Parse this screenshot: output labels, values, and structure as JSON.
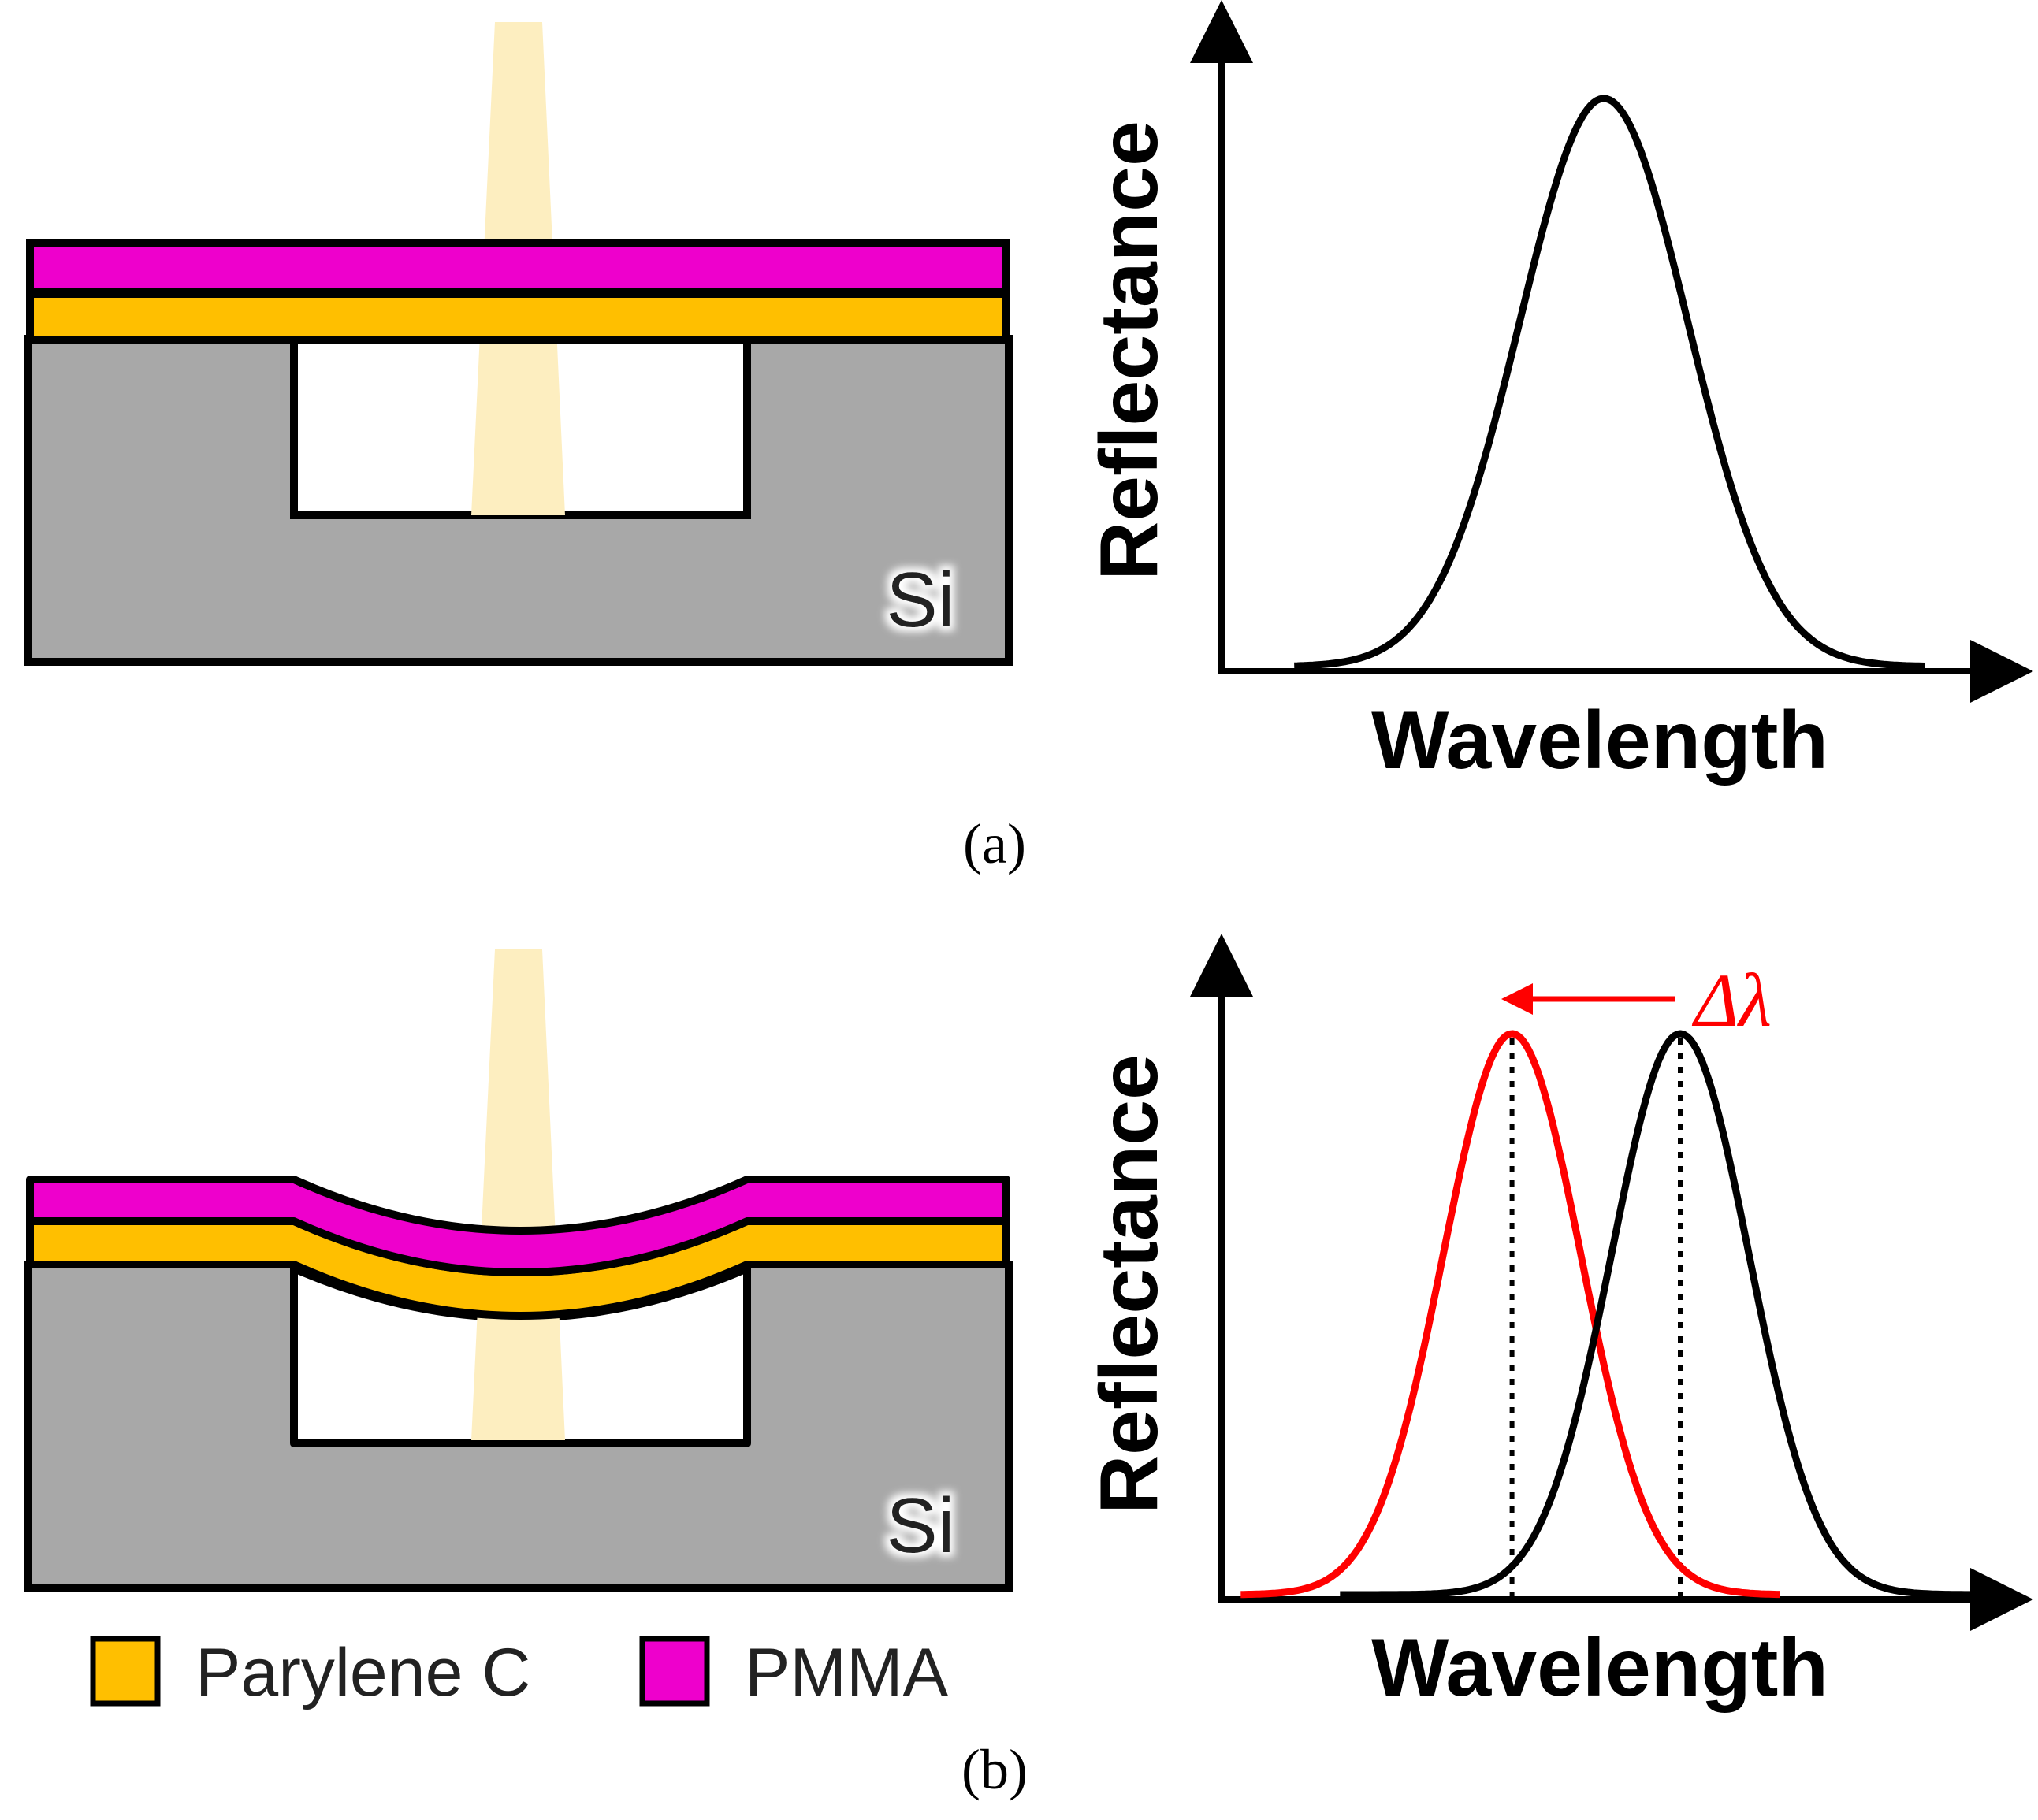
{
  "panel_a": {
    "caption": "(a)",
    "substrate_label": "Si",
    "chart": {
      "xlabel": "Wavelength",
      "ylabel": "Reflectance"
    }
  },
  "panel_b": {
    "caption": "(b)",
    "substrate_label": "Si",
    "shift_label": "Δλ",
    "chart": {
      "xlabel": "Wavelength",
      "ylabel": "Reflectance"
    }
  },
  "legend": {
    "items": [
      {
        "label": "Parylene C",
        "color": "#ffbf00"
      },
      {
        "label": "PMMA",
        "color": "#ee00cc"
      }
    ]
  },
  "colors": {
    "silicon": "#a8a8a8",
    "parylene": "#ffbf00",
    "pmma": "#ee00cc",
    "light_beam": "#fdeec0",
    "shifted_curve": "#ff0000",
    "original_curve": "#000000"
  },
  "chart_data": [
    {
      "type": "line",
      "xlabel": "Wavelength",
      "ylabel": "Reflectance",
      "series": [
        {
          "shape": "gaussian-peak",
          "peak_x": 0.5,
          "width": 0.11
        }
      ]
    },
    {
      "type": "line",
      "xlabel": "Wavelength",
      "ylabel": "Reflectance",
      "annotation": "Δλ",
      "series": [
        {
          "shape": "gaussian-peak",
          "peak_x": 0.38,
          "width": 0.09
        },
        {
          "shape": "gaussian-peak",
          "peak_x": 0.6,
          "width": 0.09
        }
      ]
    }
  ]
}
